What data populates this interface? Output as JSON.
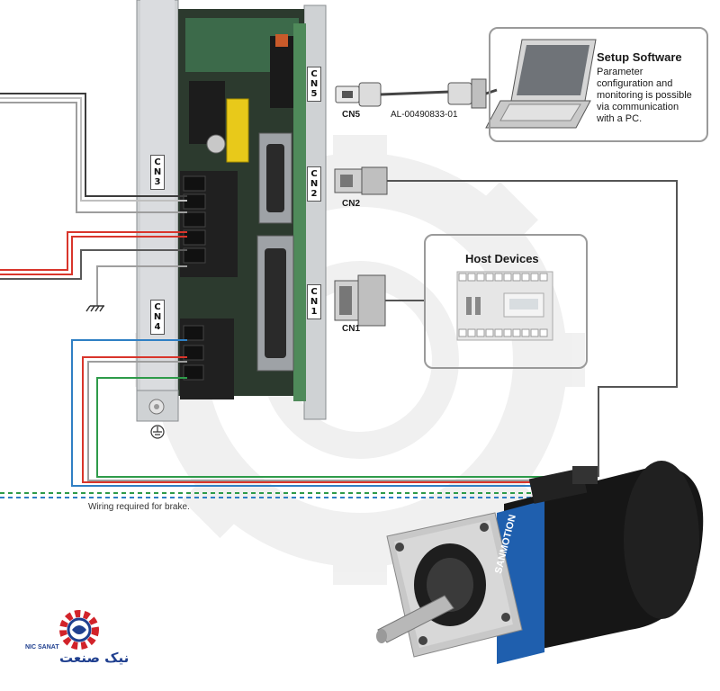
{
  "setup_software": {
    "title": "Setup Software",
    "desc_lines": [
      "Parameter",
      "configuration and",
      "monitoring is possible",
      "via communication",
      "with a PC."
    ]
  },
  "host_devices": {
    "title": "Host Devices"
  },
  "connectors": {
    "cn1": "CN1",
    "cn2": "CN2",
    "cn5": "CN5",
    "cable_part": "AL-00490833-01"
  },
  "panel_tags": {
    "cn1": [
      "C",
      "N",
      "1"
    ],
    "cn2": [
      "C",
      "N",
      "2"
    ],
    "cn3": [
      "C",
      "N",
      "3"
    ],
    "cn4": [
      "C",
      "N",
      "4"
    ],
    "cn5": [
      "C",
      "N",
      "5"
    ]
  },
  "brake_note": "Wiring required for brake.",
  "motor": {
    "brand": "SANMOTION"
  },
  "logo": {
    "latin": "NIC SANAT",
    "persian": "نیک صنعت"
  },
  "colors": {
    "wire_red": "#d9352b",
    "wire_blue": "#2f7fc4",
    "wire_green": "#2e9b4a",
    "wire_dark": "#3d3d3d",
    "logo_red": "#d2232a",
    "logo_blue": "#1f3f8f"
  }
}
